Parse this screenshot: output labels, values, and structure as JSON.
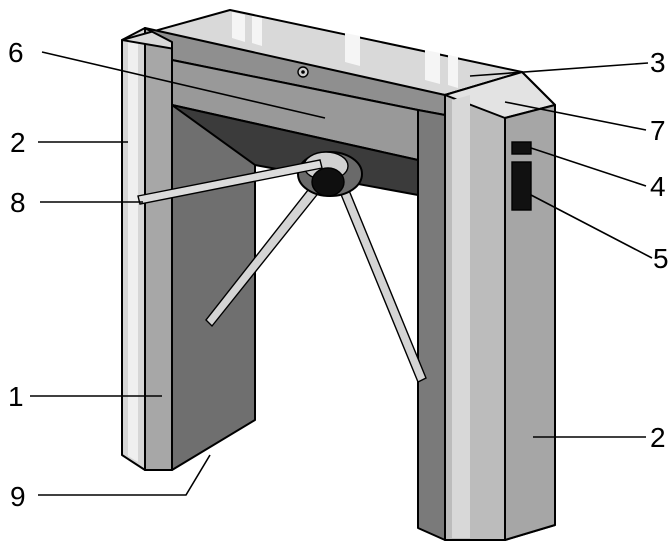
{
  "figure": {
    "callouts": [
      {
        "id": "c1",
        "label": "1"
      },
      {
        "id": "c2-left",
        "label": "2"
      },
      {
        "id": "c2-right",
        "label": "2"
      },
      {
        "id": "c3",
        "label": "3"
      },
      {
        "id": "c4",
        "label": "4"
      },
      {
        "id": "c5",
        "label": "5"
      },
      {
        "id": "c6",
        "label": "6"
      },
      {
        "id": "c7",
        "label": "7"
      },
      {
        "id": "c8",
        "label": "8"
      },
      {
        "id": "c9",
        "label": "9"
      }
    ]
  },
  "colors": {
    "outline": "#000000",
    "light_face": "#d2d2d2",
    "mid_face": "#a8a8a8",
    "dark_face": "#6e6e6e",
    "shadow": "#3a3a3a",
    "highlight": "#f2f2f2",
    "background": "#ffffff"
  }
}
